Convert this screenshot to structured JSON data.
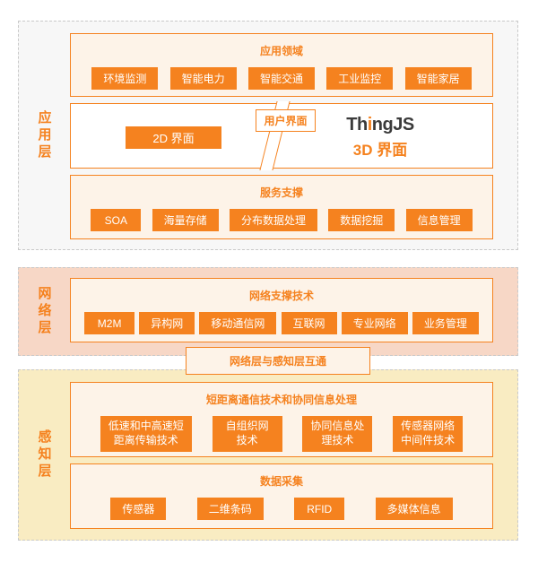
{
  "colors": {
    "accent": "#f5821f",
    "peach_bg": "#fdf3e8",
    "app_layer_bg": "#f7f7f7",
    "network_layer_bg": "#f7d7c6",
    "perception_layer_bg": "#f9ecc2",
    "logo_dark": "#3b3b3b"
  },
  "app_layer": {
    "label": "应用层",
    "application_domain": {
      "title": "应用领域",
      "items": [
        "环境监测",
        "智能电力",
        "智能交通",
        "工业监控",
        "智能家居"
      ]
    },
    "user_interface": {
      "label": "用户界面",
      "button_2d": "2D 界面",
      "logo": {
        "part1": "Th",
        "part2": "i",
        "part3": "ngJS"
      },
      "logo_3d": "3D 界面"
    },
    "service_support": {
      "title": "服务支撑",
      "items": [
        "SOA",
        "海量存储",
        "分布数据处理",
        "数据挖掘",
        "信息管理"
      ]
    }
  },
  "network_layer": {
    "label": "网络层",
    "network_support": {
      "title": "网络支撑技术",
      "items": [
        "M2M",
        "异构网",
        "移动通信网",
        "互联网",
        "专业网络",
        "业务管理"
      ]
    }
  },
  "interconnect": {
    "label": "网络层与感知层互通"
  },
  "perception_layer": {
    "label": "感知层",
    "short_range": {
      "title": "短距离通信技术和协同信息处理",
      "items": [
        "低速和中高速短\n距离传输技术",
        "自组织网\n技术",
        "协同信息处\n理技术",
        "传感器网络\n中间件技术"
      ]
    },
    "data_collection": {
      "title": "数据采集",
      "items": [
        "传感器",
        "二维条码",
        "RFID",
        "多媒体信息"
      ]
    }
  }
}
